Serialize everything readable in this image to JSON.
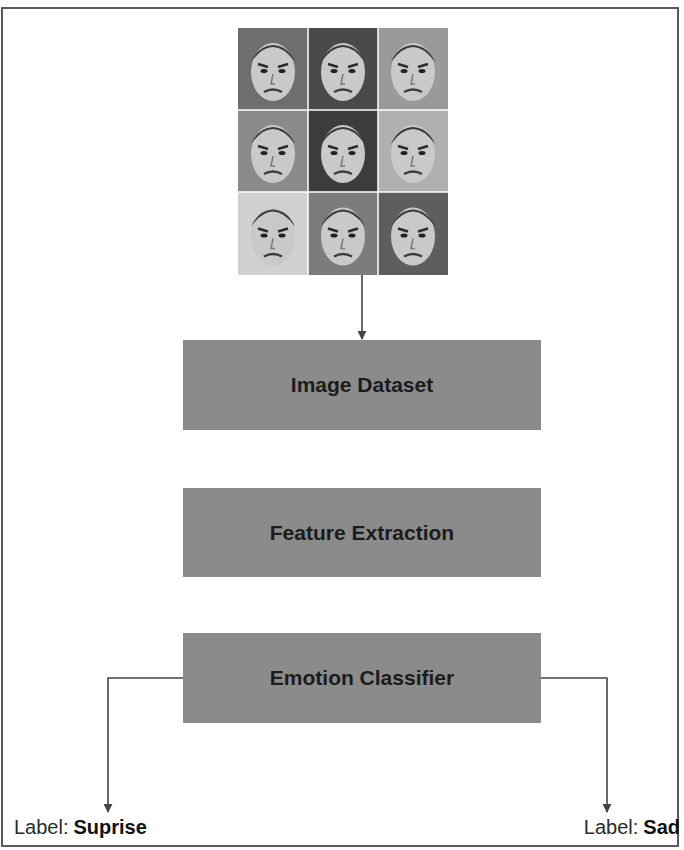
{
  "diagram": {
    "nodes": [
      {
        "text": [
          "Image Dataset"
        ]
      },
      {
        "text": [
          "Feature Extraction"
        ]
      },
      {
        "text": [
          "Emotion Classifier"
        ]
      }
    ],
    "labels": [
      "Label:",
      "Suprise",
      "Label:",
      "Sad"
    ]
  }
}
